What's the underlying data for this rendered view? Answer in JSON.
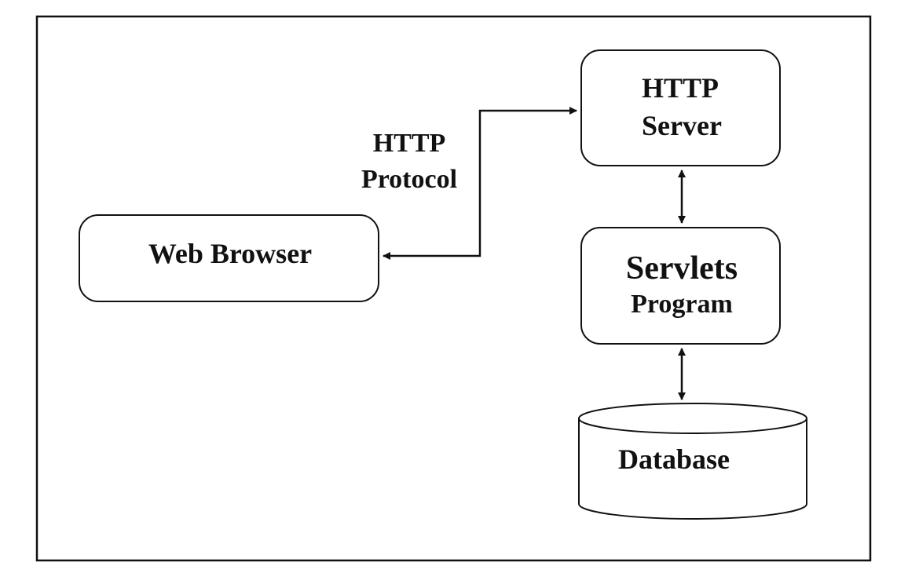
{
  "nodes": {
    "web_browser": {
      "label": "Web Browser"
    },
    "http_server": {
      "line1": "HTTP",
      "line2": "Server"
    },
    "servlets_program": {
      "line1": "Servlets",
      "line2": "Program"
    },
    "database": {
      "label": "Database"
    }
  },
  "edges": {
    "http_protocol": {
      "line1": "HTTP",
      "line2": "Protocol"
    }
  },
  "colors": {
    "stroke": "#111111",
    "fill": "#ffffff",
    "text": "#111111"
  }
}
